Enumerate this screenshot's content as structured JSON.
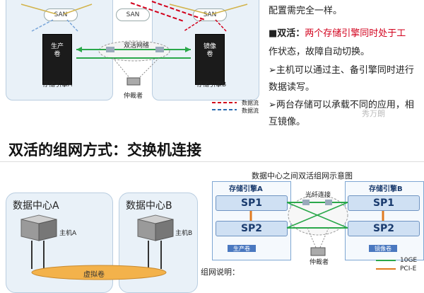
{
  "top": {
    "san_label": "SAN",
    "volume_labels": [
      "生产\n卷",
      "镜像\n卷"
    ],
    "dual_network_label": "双活网络",
    "engine_a_label": "存储引擎A",
    "engine_b_label": "存储引擎B",
    "arbiter_label": "仲裁者",
    "legend": [
      {
        "label": "数据流",
        "color": "#d2001c"
      },
      {
        "label": "数据流",
        "color": "#2b6cb0"
      }
    ]
  },
  "text_block": {
    "line1": "配置需完全一样。",
    "bullet_title": "■双活：",
    "bullet_text_red_1": "两个存储引擎同时处于工",
    "bullet_text_red_2": "作状态，故障自动切换。",
    "p1_1": "➢主机可以通过主、备引擎同时进行",
    "p1_2": "数据读写。",
    "p2_1": "➢两台存储可以承载不同的应用，相",
    "p2_2": "互镜像。",
    "watermark": "秀万朗"
  },
  "section_title": "双活的组网方式：交换机连接",
  "bottom_left": {
    "dc_a": "数据中心A",
    "dc_b": "数据中心B",
    "host_a": "主机A",
    "host_b": "主机B",
    "virtual_volume": "虚拟卷"
  },
  "bottom_right": {
    "title": "数据中心之间双活组网示意图",
    "engine_a": "存储引擎A",
    "engine_b": "存储引擎B",
    "sp1": "SP1",
    "sp2": "SP2",
    "fiber": "光纤连接",
    "prod_vol": "生产卷",
    "mirror_vol": "镜像卷",
    "arbiter": "仲裁者",
    "legend": [
      {
        "label": "10GE",
        "color": "#2aa84a"
      },
      {
        "label": "PCI-E",
        "color": "#e07a1f"
      }
    ]
  },
  "notes_title": "组网说明："
}
